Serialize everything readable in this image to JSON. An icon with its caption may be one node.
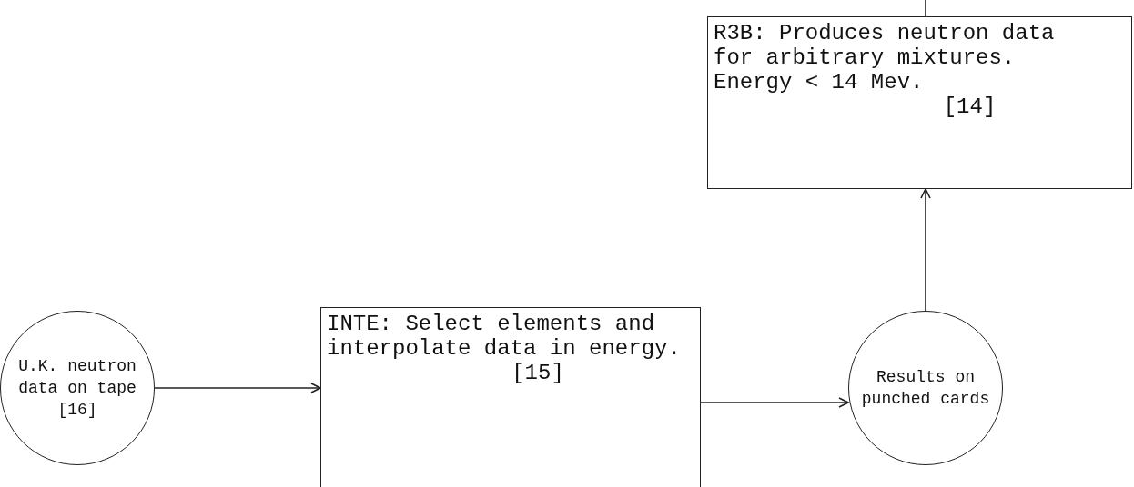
{
  "diagram": {
    "nodes": [
      {
        "text": [
          "R3B: Produces neutron data for arbitrary mixtures. Energy < 14 Mev.",
          "[14]"
        ]
      },
      {
        "text": [
          "U.K. neutron data on tape",
          "[16]"
        ]
      },
      {
        "text": [
          "INTE: Select elements and interpolate data in energy.",
          "[15]"
        ]
      },
      {
        "text": [
          "Results on punched cards"
        ]
      }
    ],
    "edges": [
      {
        "from": 1,
        "to": 2,
        "arrow": "to"
      },
      {
        "from": 2,
        "to": 3,
        "arrow": "to"
      },
      {
        "from": 3,
        "to": 0,
        "arrow": "to"
      },
      {
        "from": 0,
        "to": null,
        "arrow": "none"
      }
    ]
  }
}
